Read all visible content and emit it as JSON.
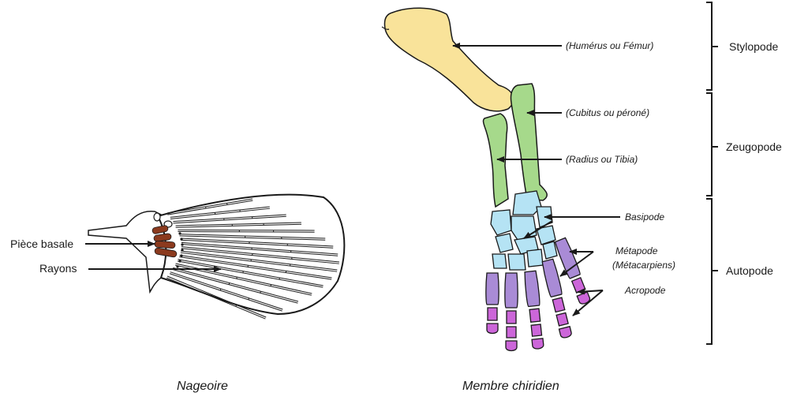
{
  "fin": {
    "caption": "Nageoire",
    "labels": {
      "basal": "Pièce basale",
      "rays": "Rayons"
    }
  },
  "limb": {
    "caption": "Membre chiridien",
    "labels": {
      "humerus": "(Humérus ou Fémur)",
      "cubitus": "(Cubitus ou péroné)",
      "radius": "(Radius ou Tibia)",
      "basipode": "Basipode",
      "metapode_1": "Métapode",
      "metapode_2": "(Métacarpiens)",
      "acropode": "Acropode"
    },
    "sections": {
      "stylopode": "Stylopode",
      "zeugopode": "Zeugopode",
      "autopode": "Autopode"
    }
  },
  "colors": {
    "stylopode": "#f9e39a",
    "zeugopode": "#a6d98b",
    "basipode": "#b5e3f4",
    "metapode": "#a98bd6",
    "acropode": "#cc66d9",
    "basal_piece": "#8b3a1e",
    "outline": "#1a1a1a"
  }
}
